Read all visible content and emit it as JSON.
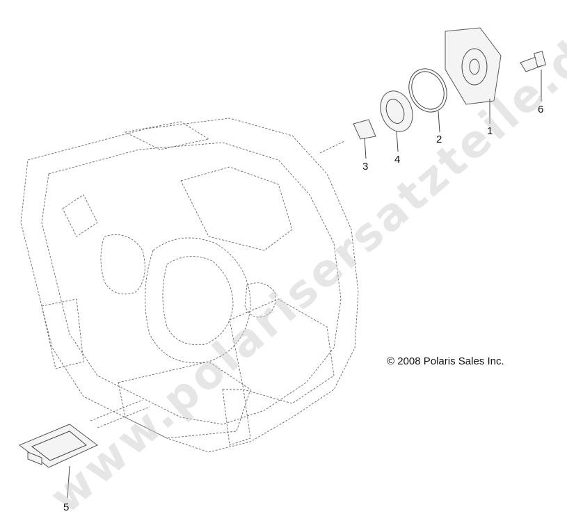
{
  "callouts": [
    {
      "id": "1",
      "label": "1"
    },
    {
      "id": "2",
      "label": "2"
    },
    {
      "id": "3",
      "label": "3"
    },
    {
      "id": "4",
      "label": "4"
    },
    {
      "id": "5",
      "label": "5"
    },
    {
      "id": "6",
      "label": "6"
    }
  ],
  "copyright": "© 2008 Polaris Sales Inc.",
  "watermark": "www.polarisersatzteile.de",
  "colors": {
    "line": "#555555",
    "watermark": "#c8c8c8"
  }
}
